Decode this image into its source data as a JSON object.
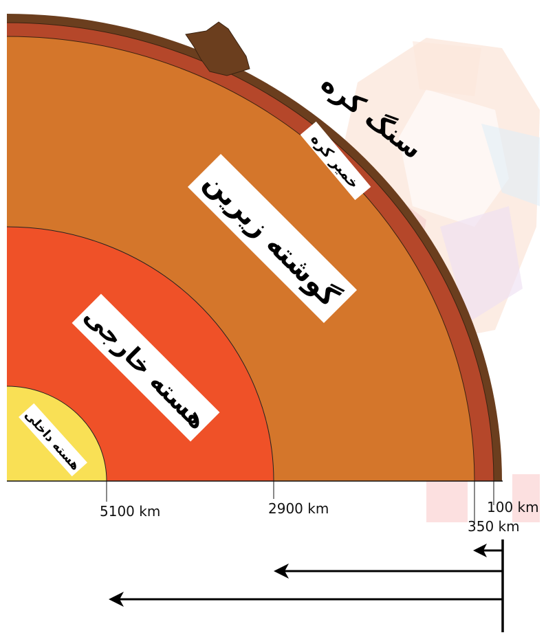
{
  "layers": {
    "lithosphere": "سنگ کره",
    "asthenosphere": "خمیر کره",
    "lower_mantle": "گوشته زیرین",
    "outer_core": "هسته خارجی",
    "inner_core": "هسته داخلی"
  },
  "depths": {
    "inner_core_boundary": "5100 km",
    "outer_core_boundary": "2900 km",
    "lithosphere_boundary": "100 km",
    "asthenosphere_boundary": "350 km"
  },
  "colors": {
    "crust": "#6b3e1e",
    "asthenosphere": "#b5472a",
    "mantle": "#d4762b",
    "outer_core": "#ef5128",
    "inner_core": "#f9e055",
    "watermark_accent": "#ec4e4e"
  }
}
